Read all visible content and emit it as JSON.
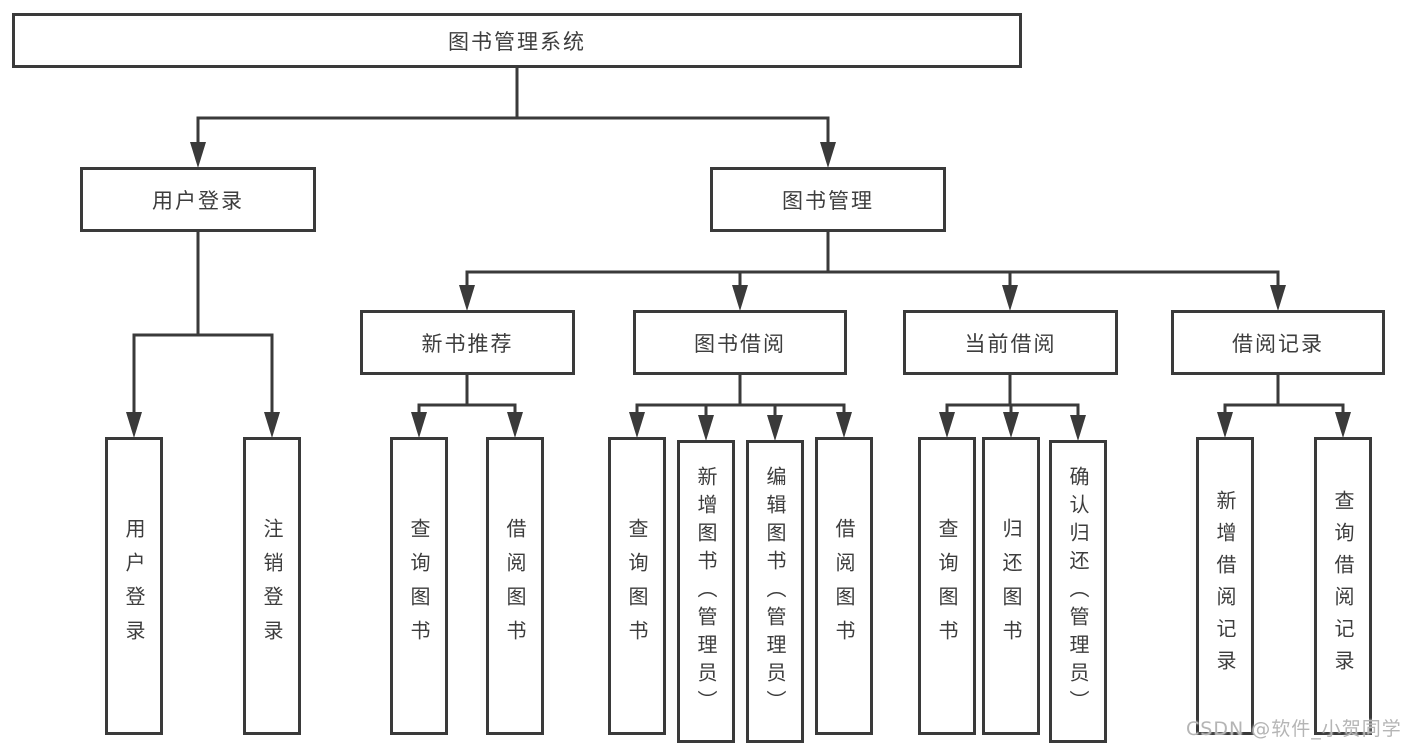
{
  "colors": {
    "line": "#3a3a3a",
    "text": "#3d3d3d",
    "box_background": "#ffffff",
    "watermark": "#b5b5b5"
  },
  "tree": {
    "label": "图书管理系统",
    "children": [
      {
        "label": "用户登录",
        "children": [
          {
            "label": "用户登录"
          },
          {
            "label": "注销登录"
          }
        ]
      },
      {
        "label": "图书管理",
        "children": [
          {
            "label": "新书推荐",
            "children": [
              {
                "label": "查询图书"
              },
              {
                "label": "借阅图书"
              }
            ]
          },
          {
            "label": "图书借阅",
            "children": [
              {
                "label": "查询图书"
              },
              {
                "label": "新增图书（管理员）"
              },
              {
                "label": "编辑图书（管理员）"
              },
              {
                "label": "借阅图书"
              }
            ]
          },
          {
            "label": "当前借阅",
            "children": [
              {
                "label": "查询图书"
              },
              {
                "label": "归还图书"
              },
              {
                "label": "确认归还（管理员）"
              }
            ]
          },
          {
            "label": "借阅记录",
            "children": [
              {
                "label": "新增借阅记录"
              },
              {
                "label": "查询借阅记录"
              }
            ]
          }
        ]
      }
    ]
  },
  "watermark": "CSDN @软件_小贺同学"
}
